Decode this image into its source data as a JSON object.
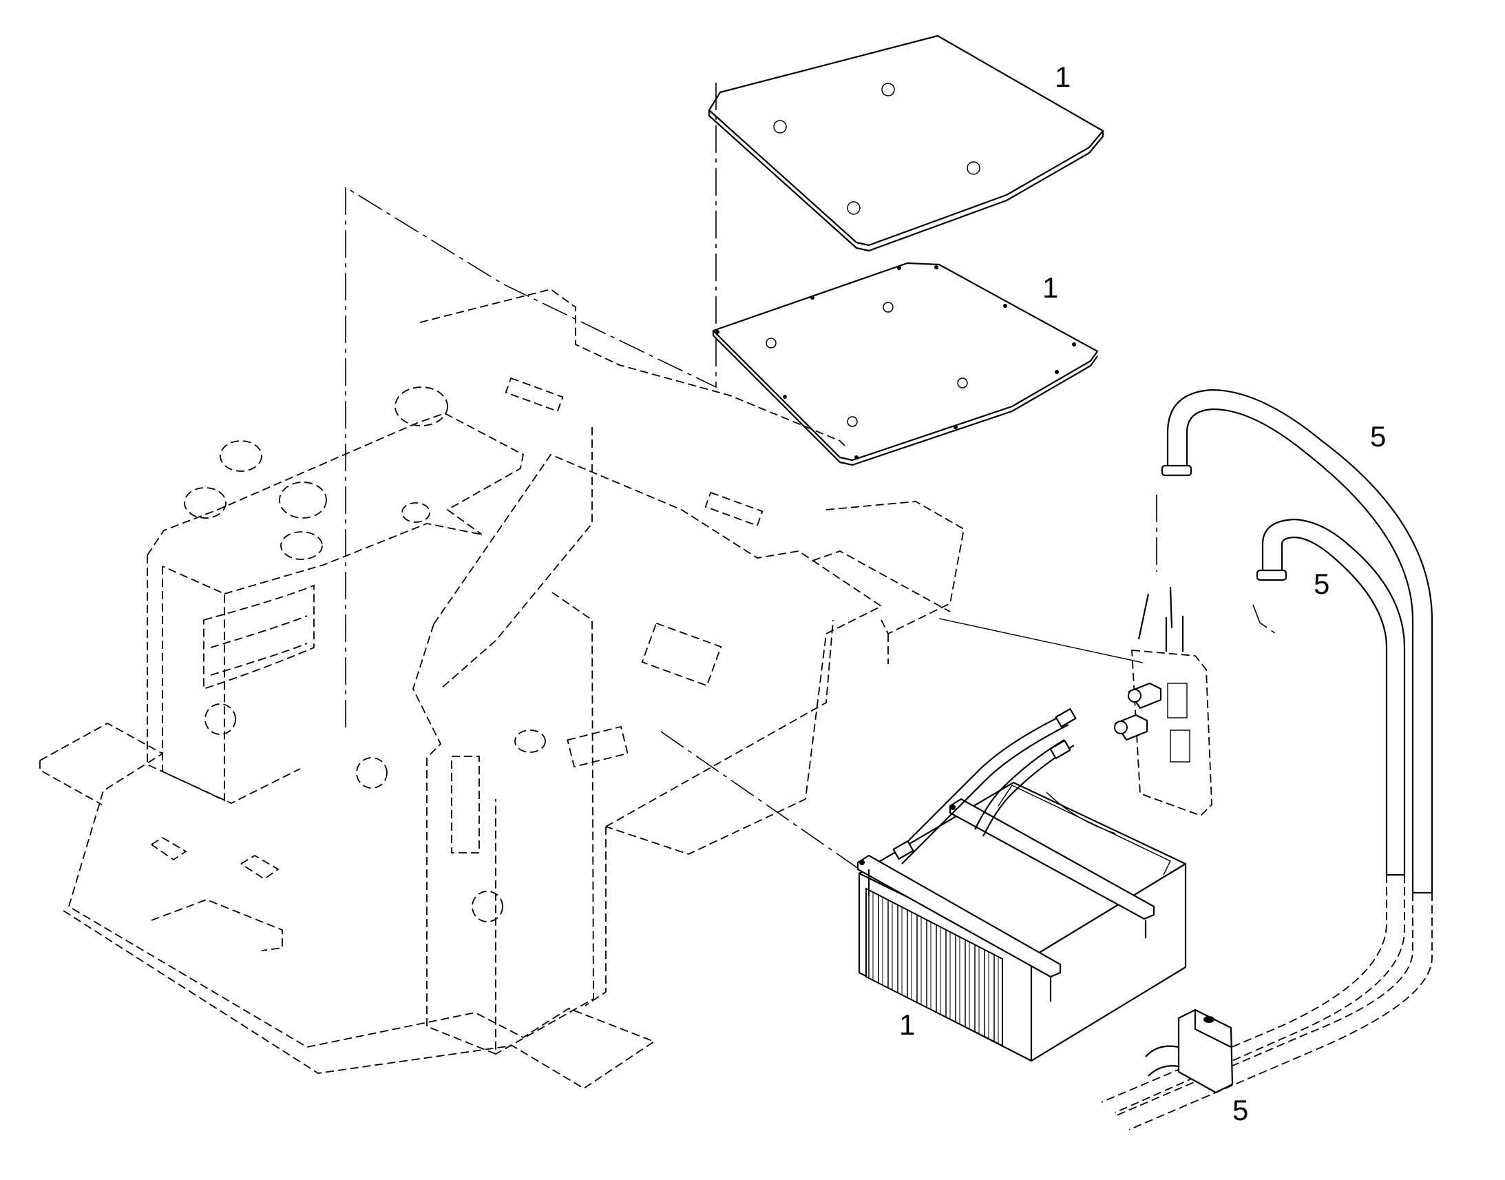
{
  "diagram": {
    "callouts": {
      "mat_label": "1",
      "plate_label": "1",
      "battery_label": "1",
      "hose_outer_label": "5",
      "hose_inner_label": "5",
      "clamp_label": "5"
    }
  }
}
